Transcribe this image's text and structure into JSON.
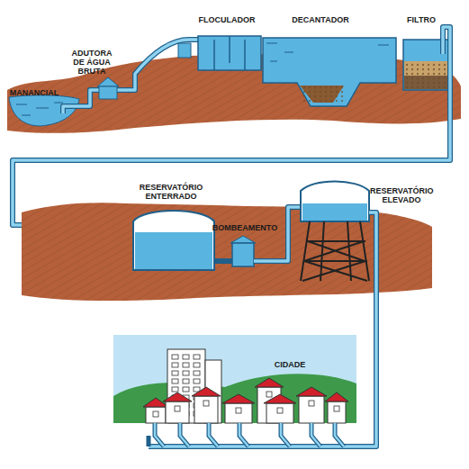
{
  "diagram": {
    "labels": [
      "MANANCIAL",
      "ADUTORA DE ÁGUA BRUTA",
      "FLOCULADOR",
      "DECANTADOR",
      "FILTRO",
      "RESERVATÓRIO ENTERRADO",
      "BOMBEAMENTO",
      "RESERVATÓRIO ELEVADO",
      "CIDADE"
    ]
  }
}
